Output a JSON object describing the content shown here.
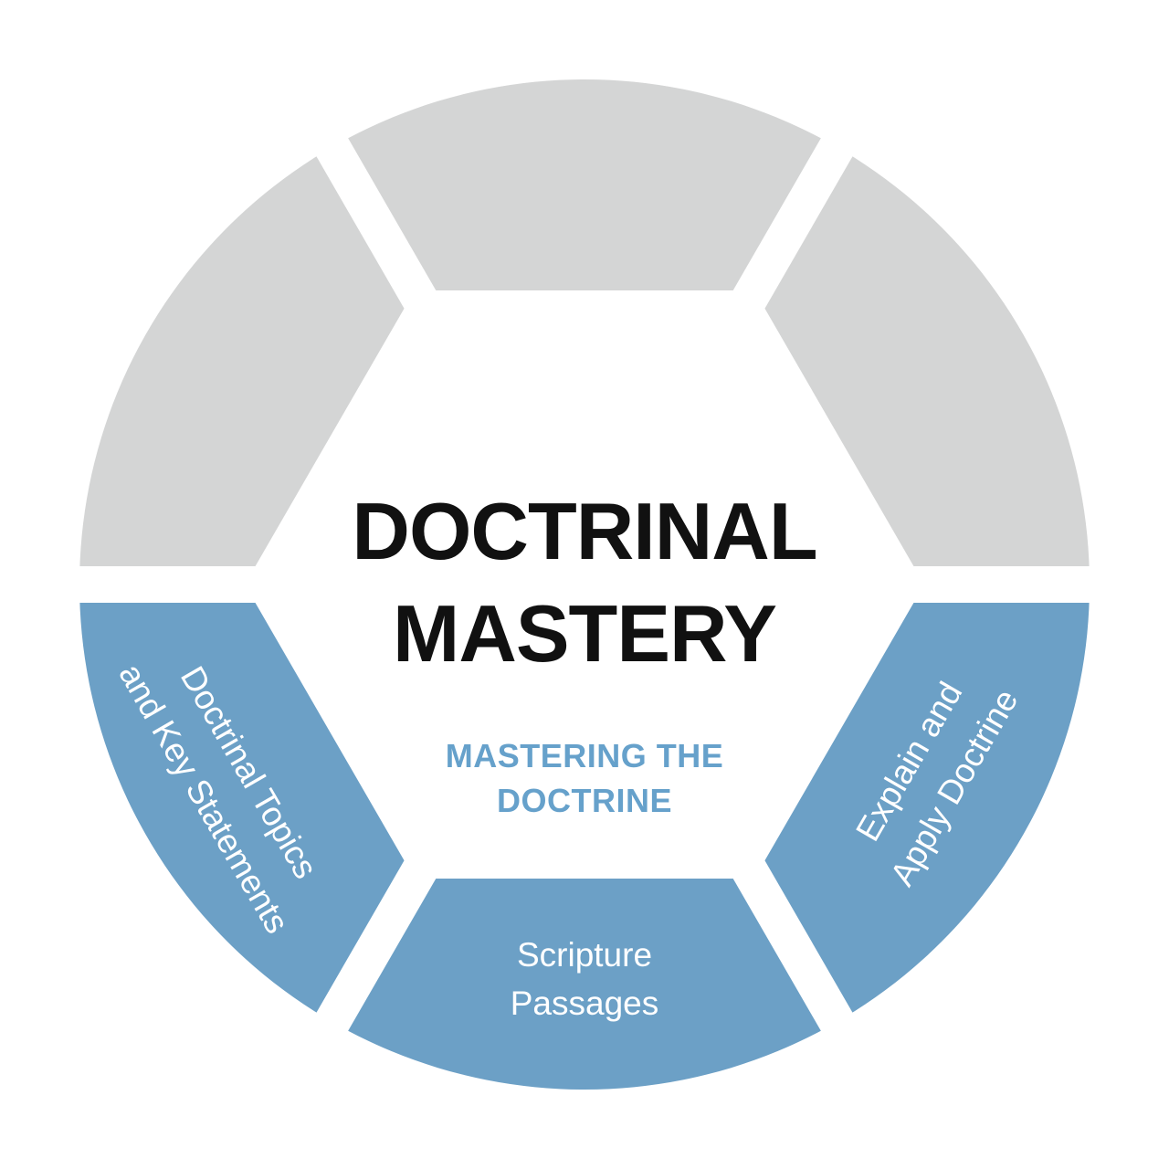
{
  "diagram": {
    "type": "segmented-cycle-ring",
    "center": {
      "title_line1": "DOCTRINAL",
      "title_line2": "MASTERY",
      "subtitle_line1": "MASTERING THE",
      "subtitle_line2": "DOCTRINE"
    },
    "segments": {
      "top_left": {
        "color": "#d4d5d5"
      },
      "top_center": {
        "color": "#d4d5d5"
      },
      "top_right": {
        "color": "#d4d5d5"
      },
      "bottom_left": {
        "label_line1": "Doctrinal Topics",
        "label_line2": "and Key Statements",
        "color": "#6ca0c6"
      },
      "bottom_center": {
        "label_line1": "Scripture",
        "label_line2": "Passages",
        "color": "#6ca0c6"
      },
      "bottom_right": {
        "label_line1": "Explain and",
        "label_line2": "Apply Doctrine",
        "color": "#6ca0c6"
      }
    },
    "colors": {
      "inactive_segment": "#d4d5d5",
      "active_segment": "#6ca0c6",
      "title_text": "#111111",
      "subtitle_text": "#66a1cb",
      "segment_label_text": "#ffffff",
      "gap": "#ffffff",
      "background": "#ffffff"
    }
  }
}
